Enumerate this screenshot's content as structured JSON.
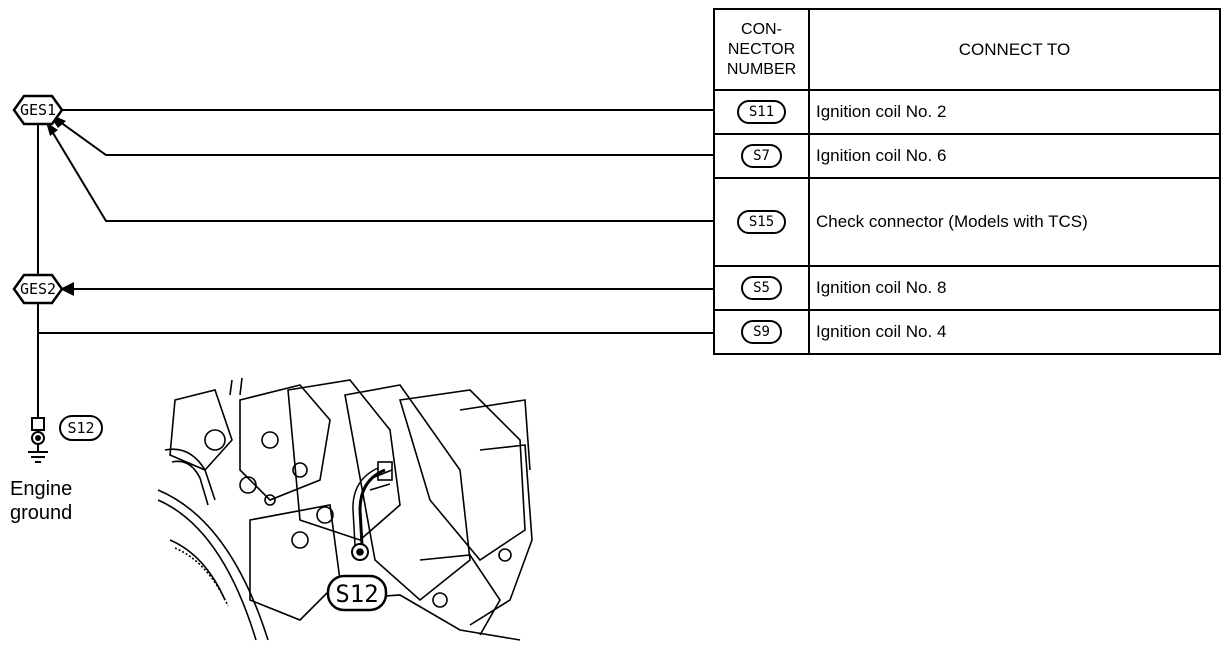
{
  "table": {
    "header_connector_lines": [
      "CON-",
      "NECTOR",
      "NUMBER"
    ],
    "header_connect_to": "CONNECT TO",
    "rows": [
      {
        "connector": "S11",
        "connect_to": "Ignition coil No. 2"
      },
      {
        "connector": "S7",
        "connect_to": "Ignition coil No. 6"
      },
      {
        "connector": "S15",
        "connect_to": "Check connector (Models with TCS)"
      },
      {
        "connector": "S5",
        "connect_to": "Ignition coil No. 8"
      },
      {
        "connector": "S9",
        "connect_to": "Ignition coil No. 4"
      }
    ]
  },
  "diagram": {
    "joint_top": "GES1",
    "joint_bottom": "GES2",
    "ground_connector": "S12",
    "ground_label_line1": "Engine",
    "ground_label_line2": "ground",
    "illustration_connector": "S12"
  }
}
